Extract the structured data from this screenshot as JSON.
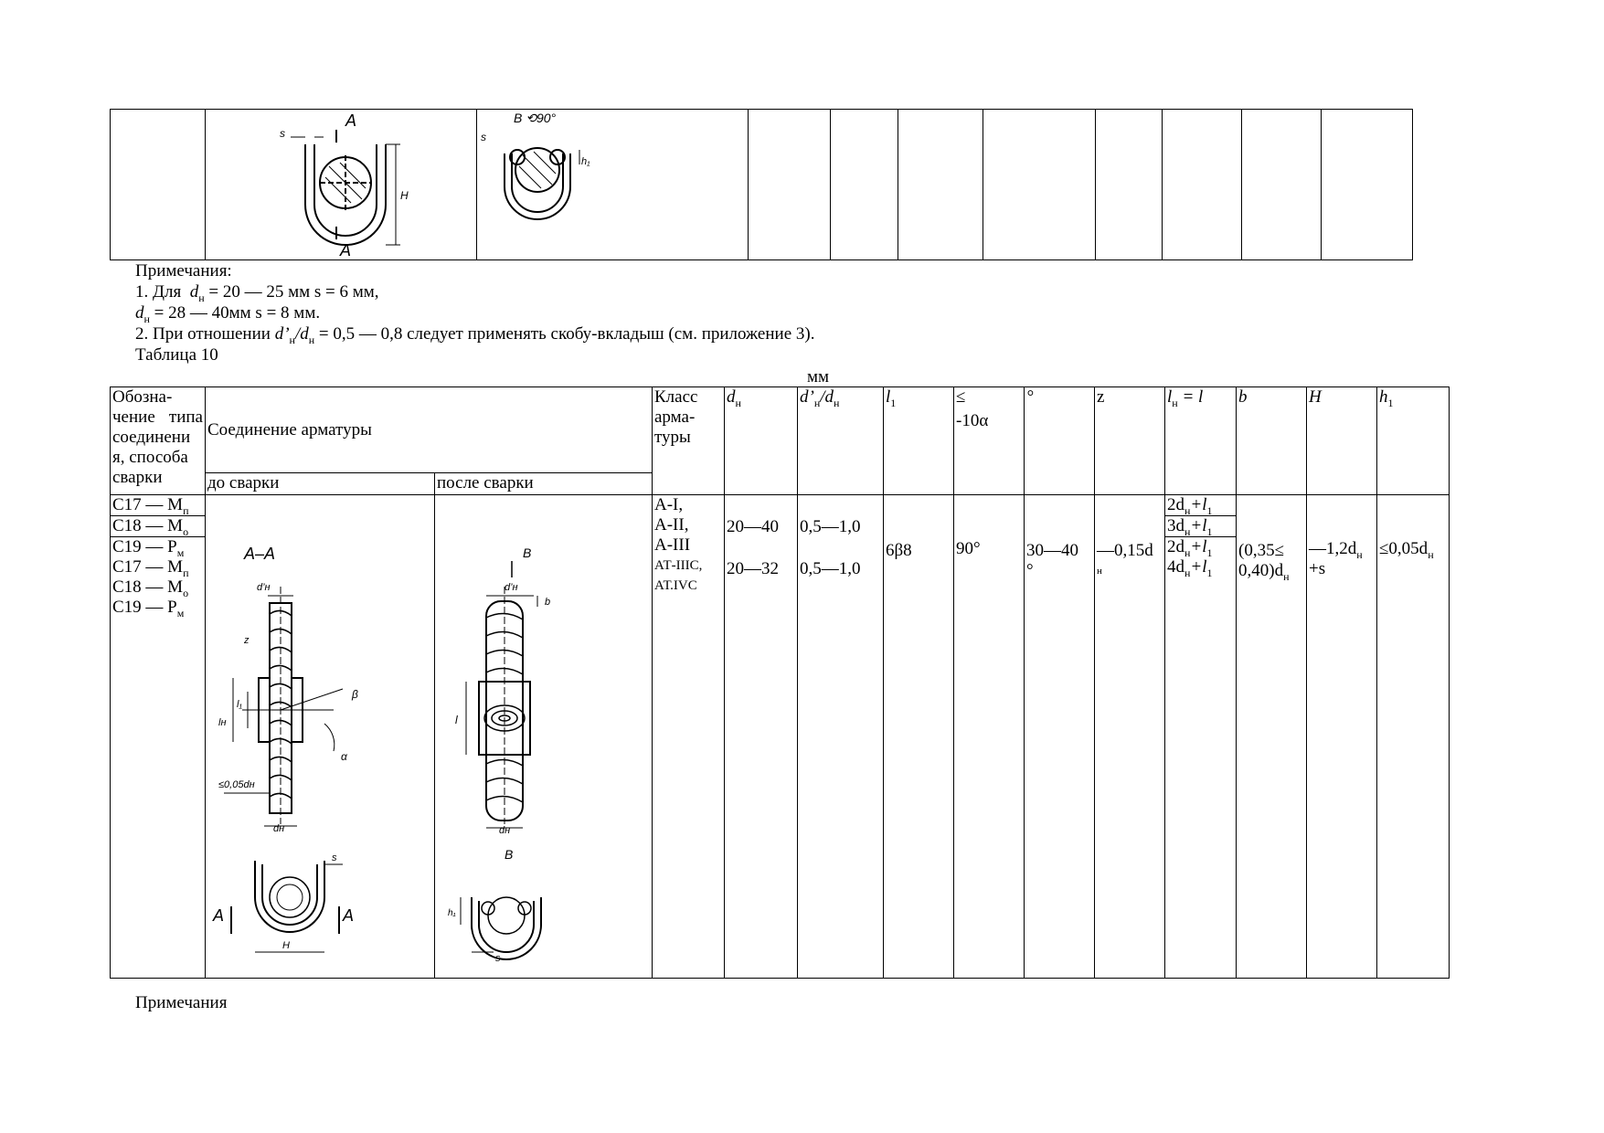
{
  "top_fig1": {
    "label_s": "s",
    "label_A_top": "A",
    "label_A_bottom": "A",
    "label_H": "H"
  },
  "top_fig2": {
    "label_view": "B ⟲90°",
    "label_s": "s",
    "label_h1": "h₁"
  },
  "notes": {
    "heading": "Примечания:",
    "line1_prefix": "1. Для",
    "line1_var": "d",
    "line1_sub": "н",
    "line1_suffix": "= 20 — 25 мм s = 6 мм,",
    "line2_var": "d",
    "line2_sub": "н",
    "line2_suffix": "= 28 — 40мм s = 8 мм.",
    "line3_prefix": "2. При отношении",
    "line3_var1": "d’",
    "line3_sub1": "н",
    "line3_var2": "/d",
    "line3_sub2": "н",
    "line3_suffix": "= 0,5 — 0,8 следует применять скобу-вкладыш (см. приложение 3).",
    "table_caption": "Таблица 10"
  },
  "unit_label": "мм",
  "table": {
    "header": {
      "type_designation": "Обозна-чение типа соединени я, способа",
      "type_designation_tail": "сварки",
      "joint": "Соединение арматуры",
      "before": "до сварки",
      "after": "после сварки",
      "class": "Класс арма-туры",
      "dn": "d",
      "dn_sub": "н",
      "ratio_a": "d’",
      "ratio_a_sub": "н",
      "ratio_b": "/d",
      "ratio_b_sub": "н",
      "l1": "l",
      "l1_sub": "1",
      "angle_top": "≤",
      "angle_bottom": "-10α",
      "deg": "°",
      "z": "z",
      "ln": "l",
      "ln_sub": "н",
      "ln_eq": " = l",
      "b": "b",
      "H": "H",
      "h1": "h",
      "h1_sub": "1"
    },
    "types": [
      {
        "code": "С17 — М",
        "sub": "п"
      },
      {
        "code": "С18 — М",
        "sub": "о"
      },
      {
        "code": "С19 — Р",
        "sub": "м"
      },
      {
        "code": "С17 — М",
        "sub": "п"
      },
      {
        "code": "С18 — М",
        "sub": "о"
      },
      {
        "code": "С19 — Р",
        "sub": "м"
      }
    ],
    "classes": [
      "А-I,",
      "А-II,",
      "А-III",
      "АТ-IIIС,",
      "АТ.IVС"
    ],
    "dn_values": [
      "20—40",
      "20—32"
    ],
    "ratio_values": [
      "0,5—1,0",
      "0,5—1,0"
    ],
    "l1_value": "6β8",
    "angle_value": "90°",
    "deg_value_a": "30—40",
    "deg_value_b": "°",
    "z_value_a": "—0,15d",
    "z_value_sub": "н",
    "ln_values": [
      {
        "k": "2d",
        "rest": "+l"
      },
      {
        "k": "3d",
        "rest": "+l"
      },
      {
        "k": "2d",
        "rest": "+l"
      },
      {
        "k": "4d",
        "rest": "+l"
      }
    ],
    "ln_sub_n": "н",
    "ln_sub_1": "1",
    "b_value_a": "(0,35≤",
    "b_value_b": "0,40)d",
    "b_value_sub": "н",
    "H_value_a": "—1,2d",
    "H_value_sub": "н",
    "H_value_b": "+s",
    "h1_value": "≤0,05d",
    "h1_value_sub": "н"
  },
  "fig_before": {
    "section": "А–А",
    "dn_prime": "d’н",
    "z": "z",
    "ln": "lн",
    "l1": "l₁",
    "beta": "β",
    "alpha": "α",
    "gap": "≤0,05dн",
    "dn": "dн",
    "A_left": "A",
    "A_right": "A",
    "H": "H",
    "s": "s"
  },
  "fig_after": {
    "view_top": "B",
    "dn_prime": "d’н",
    "b": "b",
    "l": "l",
    "dn": "dн",
    "view_bottom": "B",
    "h1": "h₁",
    "s": "s"
  },
  "end_note": "Примечания"
}
